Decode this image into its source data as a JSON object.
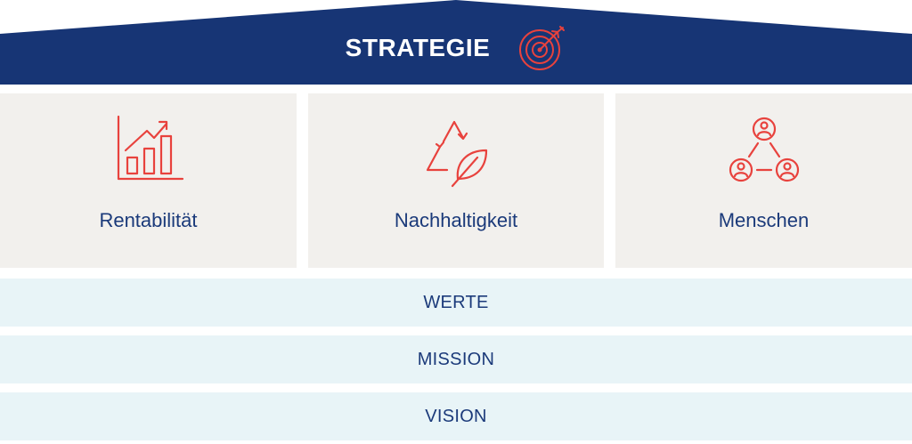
{
  "roof": {
    "label": "STRATEGIE",
    "icon": "target-icon"
  },
  "pillars": [
    {
      "label": "Rentabilität",
      "icon": "bar-chart-growth-icon"
    },
    {
      "label": "Nachhaltigkeit",
      "icon": "recycle-leaf-icon"
    },
    {
      "label": "Menschen",
      "icon": "people-network-icon"
    }
  ],
  "foundation": [
    {
      "label": "WERTE"
    },
    {
      "label": "MISSION"
    },
    {
      "label": "VISION"
    }
  ],
  "colors": {
    "roof": "#173575",
    "pillar_background": "#f2f0ed",
    "band_background": "#e8f4f7",
    "text": "#1b3a7a",
    "icon_accent": "#e8423d"
  }
}
